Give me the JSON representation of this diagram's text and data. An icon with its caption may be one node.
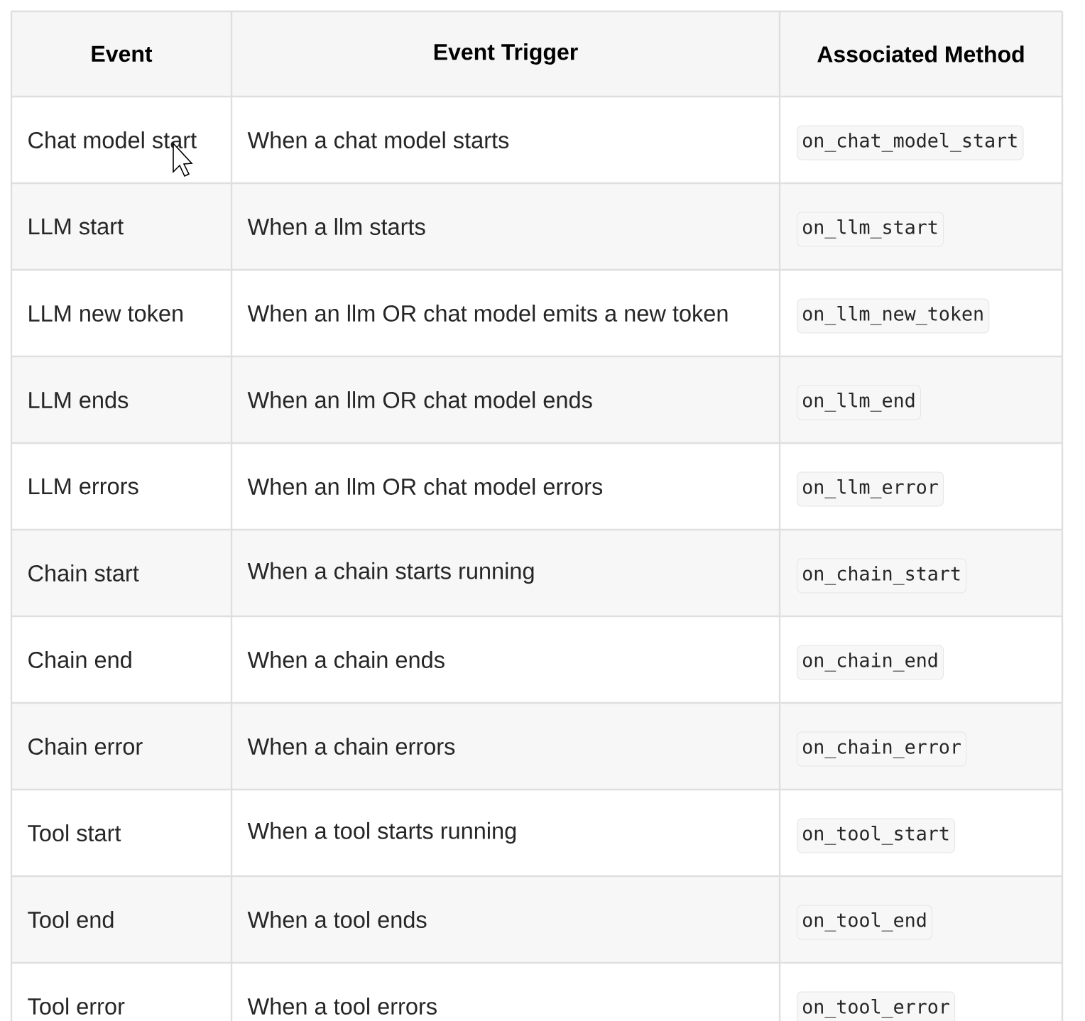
{
  "diagram": {
    "labels": [
      "Event",
      "Event Trigger",
      "Associated Method",
      "Chat model start",
      "When a chat model starts",
      "on_chat_model_start",
      "LLM start",
      "When a llm starts",
      "on_llm_start",
      "LLM new token",
      "When an llm OR chat model emits a new token",
      "on_llm_new_token",
      "LLM ends",
      "When an llm OR chat model ends",
      "on_llm_end",
      "LLM errors",
      "When an llm OR chat model errors",
      "on_llm_error",
      "Chain start",
      "When a chain starts running",
      "on_chain_start",
      "Chain end",
      "When a chain ends",
      "on_chain_end",
      "Chain error",
      "When a chain errors",
      "on_chain_error",
      "Tool start",
      "When a tool starts running",
      "on_tool_start",
      "Tool end",
      "When a tool ends",
      "on_tool_end",
      "Tool error",
      "When a tool errors",
      "on_tool_error"
    ]
  }
}
